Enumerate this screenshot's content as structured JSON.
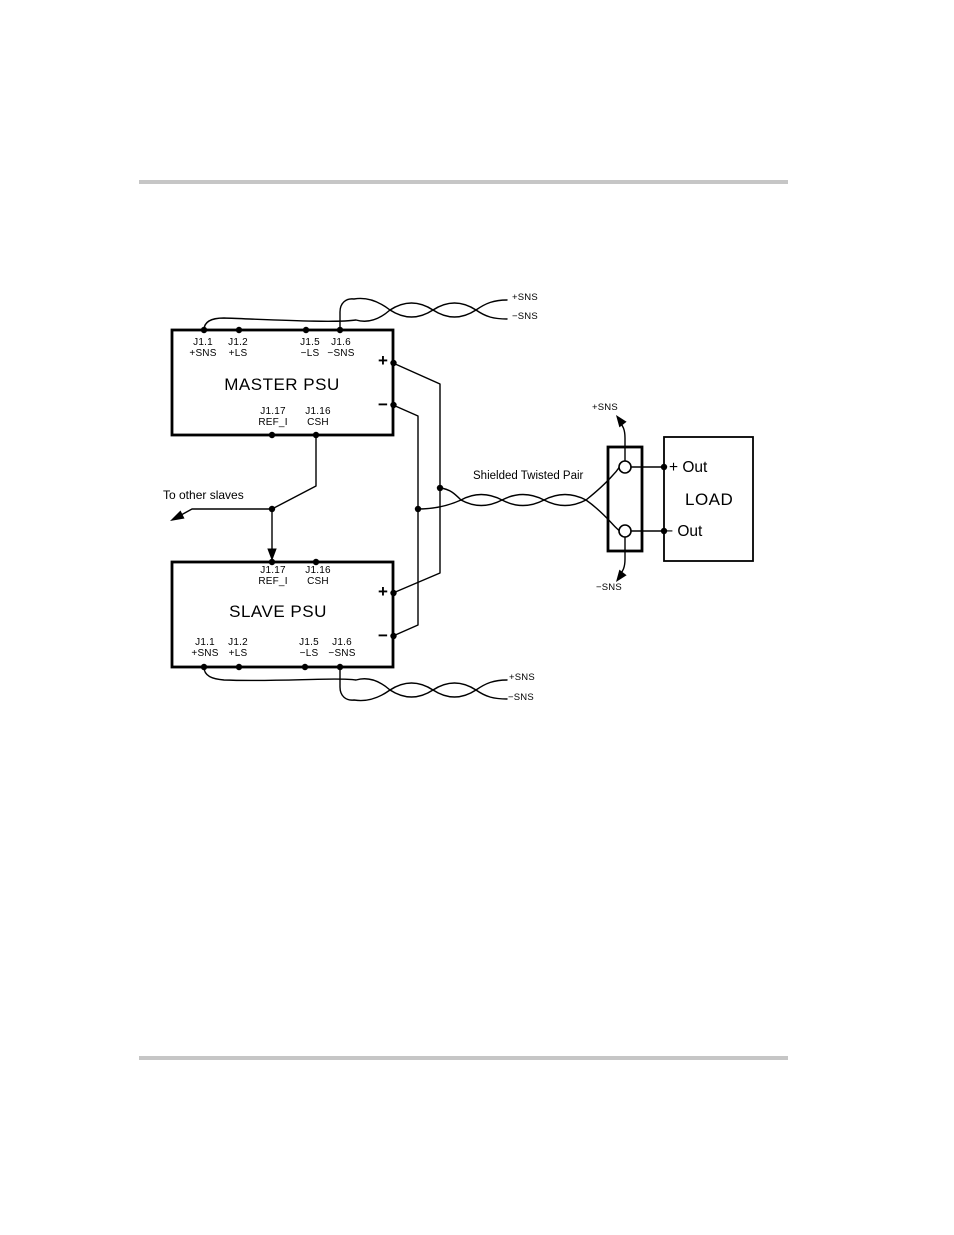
{
  "page": {
    "background": "#ffffff",
    "rule_color": "#c6c6c6",
    "line_color": "#000000"
  },
  "master": {
    "title": "MASTER PSU",
    "pins_top": [
      {
        "pin": "J1.1",
        "sig": "+SNS"
      },
      {
        "pin": "J1.2",
        "sig": "+LS"
      },
      {
        "pin": "J1.5",
        "sig": "−LS"
      },
      {
        "pin": "J1.6",
        "sig": "−SNS"
      }
    ],
    "pins_bottom": [
      {
        "pin": "J1.17",
        "sig": "REF_I"
      },
      {
        "pin": "J1.16",
        "sig": "CSH"
      }
    ],
    "out_plus": "+",
    "out_minus": "−"
  },
  "slave": {
    "title": "SLAVE PSU",
    "pins_top": [
      {
        "pin": "J1.17",
        "sig": "REF_I"
      },
      {
        "pin": "J1.16",
        "sig": "CSH"
      }
    ],
    "pins_bottom": [
      {
        "pin": "J1.1",
        "sig": "+SNS"
      },
      {
        "pin": "J1.2",
        "sig": "+LS"
      },
      {
        "pin": "J1.5",
        "sig": "−LS"
      },
      {
        "pin": "J1.6",
        "sig": "−SNS"
      }
    ],
    "out_plus": "+",
    "out_minus": "−"
  },
  "load": {
    "title": "LOAD",
    "out_plus": "+ Out",
    "out_minus": "− Out"
  },
  "labels": {
    "to_other_slaves": "To other slaves",
    "shielded_twisted_pair": "Shielded Twisted Pair",
    "sense_plus": "+SNS",
    "sense_minus": "−SNS"
  }
}
